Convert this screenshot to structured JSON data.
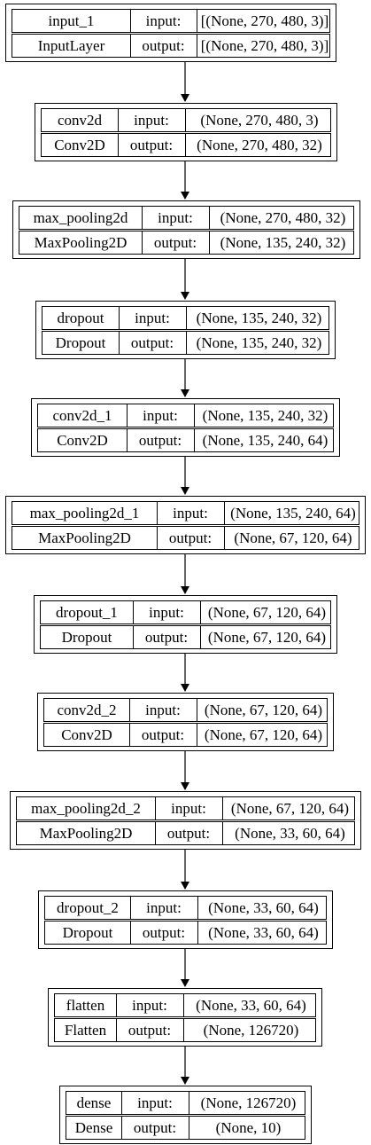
{
  "layers": [
    {
      "name": "input_1",
      "type": "InputLayer",
      "input_label": "input:",
      "output_label": "output:",
      "input_shape": "[(None, 270, 480, 3)]",
      "output_shape": "[(None, 270, 480, 3)]"
    },
    {
      "name": "conv2d",
      "type": "Conv2D",
      "input_label": "input:",
      "output_label": "output:",
      "input_shape": "(None, 270, 480, 3)",
      "output_shape": "(None, 270, 480, 32)"
    },
    {
      "name": "max_pooling2d",
      "type": "MaxPooling2D",
      "input_label": "input:",
      "output_label": "output:",
      "input_shape": "(None, 270, 480, 32)",
      "output_shape": "(None, 135, 240, 32)"
    },
    {
      "name": "dropout",
      "type": "Dropout",
      "input_label": "input:",
      "output_label": "output:",
      "input_shape": "(None, 135, 240, 32)",
      "output_shape": "(None, 135, 240, 32)"
    },
    {
      "name": "conv2d_1",
      "type": "Conv2D",
      "input_label": "input:",
      "output_label": "output:",
      "input_shape": "(None, 135, 240, 32)",
      "output_shape": "(None, 135, 240, 64)"
    },
    {
      "name": "max_pooling2d_1",
      "type": "MaxPooling2D",
      "input_label": "input:",
      "output_label": "output:",
      "input_shape": "(None, 135, 240, 64)",
      "output_shape": "(None, 67, 120, 64)"
    },
    {
      "name": "dropout_1",
      "type": "Dropout",
      "input_label": "input:",
      "output_label": "output:",
      "input_shape": "(None, 67, 120, 64)",
      "output_shape": "(None, 67, 120, 64)"
    },
    {
      "name": "conv2d_2",
      "type": "Conv2D",
      "input_label": "input:",
      "output_label": "output:",
      "input_shape": "(None, 67, 120, 64)",
      "output_shape": "(None, 67, 120, 64)"
    },
    {
      "name": "max_pooling2d_2",
      "type": "MaxPooling2D",
      "input_label": "input:",
      "output_label": "output:",
      "input_shape": "(None, 67, 120, 64)",
      "output_shape": "(None, 33, 60, 64)"
    },
    {
      "name": "dropout_2",
      "type": "Dropout",
      "input_label": "input:",
      "output_label": "output:",
      "input_shape": "(None, 33, 60, 64)",
      "output_shape": "(None, 33, 60, 64)"
    },
    {
      "name": "flatten",
      "type": "Flatten",
      "input_label": "input:",
      "output_label": "output:",
      "input_shape": "(None, 33, 60, 64)",
      "output_shape": "(None, 126720)"
    },
    {
      "name": "dense",
      "type": "Dense",
      "input_label": "input:",
      "output_label": "output:",
      "input_shape": "(None, 126720)",
      "output_shape": "(None, 10)"
    }
  ]
}
